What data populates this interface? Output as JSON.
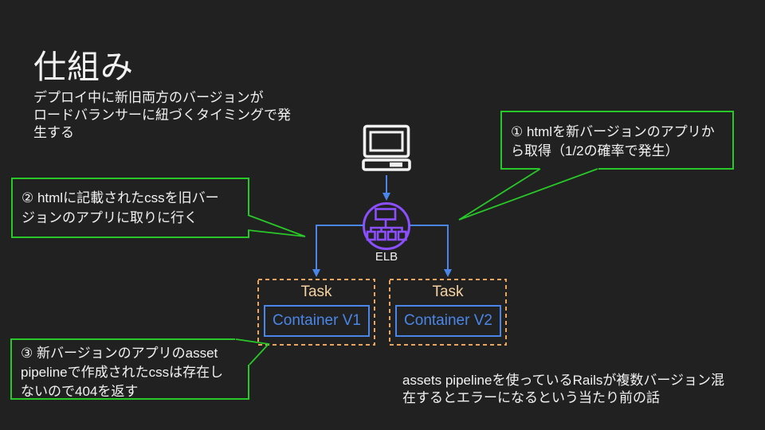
{
  "slide": {
    "title": "仕組み",
    "description_lines": [
      "デプロイ中に新旧両方のバージョンが",
      "ロードバランサーに紐づくタイミングで発",
      "生する"
    ],
    "footnote_lines": [
      "assets pipelineを使っているRailsが複数バージョン混",
      "在するとエラーになるという当たり前の話"
    ]
  },
  "callouts": [
    {
      "lines": [
        "① htmlを新バージョンのアプリか",
        "ら取得（1/2の確率で発生）"
      ]
    },
    {
      "lines": [
        "② htmlに記載されたcssを旧バー",
        "ジョンのアプリに取りに行く"
      ]
    },
    {
      "lines": [
        "③ 新バージョンのアプリのasset",
        "pipelineで作成されたcssは存在し",
        "ないので404を返す"
      ]
    }
  ],
  "diagram": {
    "client_icon": "computer-monitor-icon",
    "load_balancer": {
      "label": "ELB",
      "icon": "elb-load-balancer-icon"
    },
    "tasks": [
      {
        "label": "Task",
        "container": "Container V1"
      },
      {
        "label": "Task",
        "container": "Container V2"
      }
    ]
  },
  "colors": {
    "background": "#212121",
    "callout_green": "#28c828",
    "arrow_blue": "#4a86e8",
    "elb_purple": "#8c4fff",
    "task_border_orange": "#e9a45f",
    "task_label_tan": "#f3d1a0",
    "text_white": "#f2f2f2"
  }
}
